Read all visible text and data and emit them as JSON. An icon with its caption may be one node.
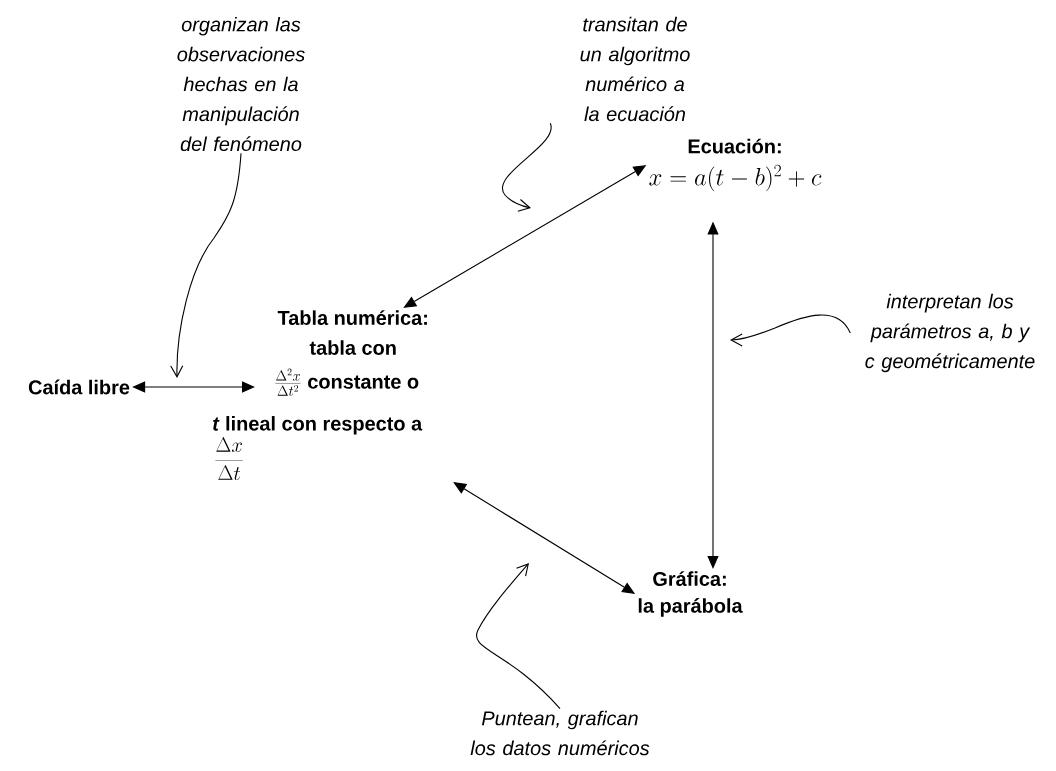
{
  "diagram": {
    "nodes": [
      {
        "text": [
          "Caída libre"
        ]
      },
      {
        "text": [
          "Tabla numérica:",
          "tabla con",
          "\\frac{\\Delta^2 x}{\\Delta t^2}",
          "constante o",
          "*t* lineal con respecto a",
          "\\frac{\\Delta x}{\\Delta t}"
        ]
      },
      {
        "text": [
          "Ecuación:",
          "x = a(t-b)^2 + c"
        ]
      },
      {
        "text": [
          "Gráfica:",
          "la parábola"
        ]
      },
      {
        "text": [
          "organizan las observaciones hechas en la manipulación del fenómeno"
        ]
      },
      {
        "text": [
          "transitan de un algoritmo numérico a la ecuación"
        ]
      },
      {
        "text": [
          "interpretan los parámetros a, b y c geométricamente"
        ]
      },
      {
        "text": [
          "Puntean, grafican los datos numéricos"
        ]
      }
    ],
    "edges": [
      {
        "from": 0,
        "to": 1,
        "arrow": "both"
      },
      {
        "from": 1,
        "to": 2,
        "arrow": "both"
      },
      {
        "from": 2,
        "to": 3,
        "arrow": "both"
      },
      {
        "from": 1,
        "to": 3,
        "arrow": "both"
      },
      {
        "from": 4,
        "to": null,
        "arrow": "to"
      },
      {
        "from": 5,
        "to": null,
        "arrow": "to"
      },
      {
        "from": 6,
        "to": null,
        "arrow": "to"
      },
      {
        "from": 7,
        "to": null,
        "arrow": "to"
      }
    ]
  }
}
